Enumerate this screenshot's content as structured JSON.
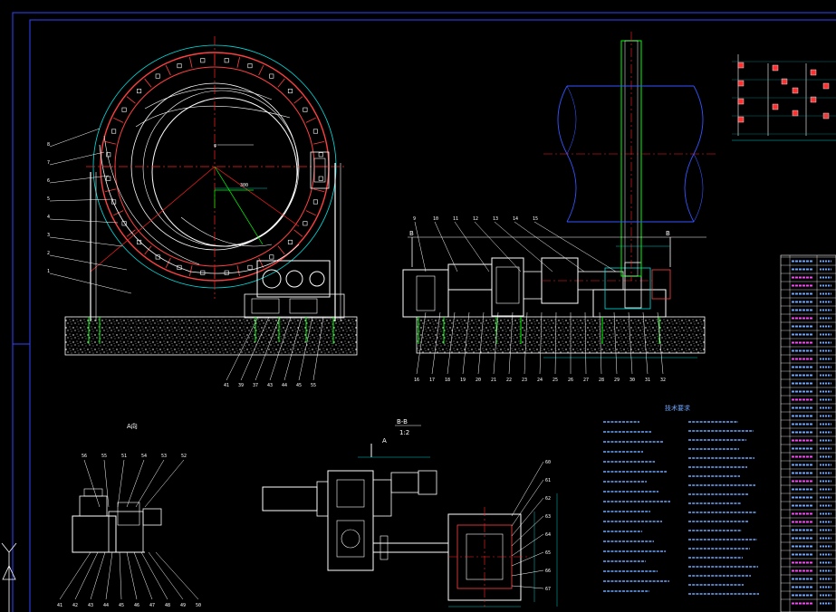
{
  "drawing": {
    "view_a_label": "A向",
    "section_label": "B-B",
    "section_scale": "1:2",
    "arrow_a": "A",
    "arrow_b_left": "B",
    "arrow_b_right": "B",
    "tech_title": "技术要求",
    "colors": {
      "background": "#000000",
      "frame": "#3344ff",
      "line": "#ffffff",
      "center": "#ff2020",
      "hidden": "#00e0e0",
      "dim": "#00c8c8",
      "accent": "#00ff00",
      "text": "#6aa8ff",
      "yellow": "#ffff00"
    },
    "leader_left": [
      "8",
      "7",
      "6",
      "5",
      "4",
      "3",
      "2",
      "1"
    ],
    "leader_bottom_left": [
      "41",
      "39",
      "37",
      "43",
      "44",
      "45",
      "55"
    ],
    "leader_mid_top": [
      "9",
      "10",
      "11",
      "12",
      "13",
      "14",
      "15"
    ],
    "leader_mid_bottom": [
      "16",
      "17",
      "18",
      "19",
      "20",
      "21",
      "22",
      "23",
      "24",
      "25",
      "26",
      "27",
      "28",
      "29",
      "30",
      "31",
      "32"
    ],
    "leader_view_a_top": [
      "56",
      "55",
      "51",
      "54",
      "53",
      "52"
    ],
    "leader_view_a_bottom": [
      "41",
      "42",
      "43",
      "44",
      "45",
      "46",
      "47",
      "48",
      "49",
      "50"
    ],
    "leader_bottom_mid": [
      "60",
      "61",
      "62",
      "63",
      "64",
      "65",
      "66",
      "67"
    ]
  }
}
